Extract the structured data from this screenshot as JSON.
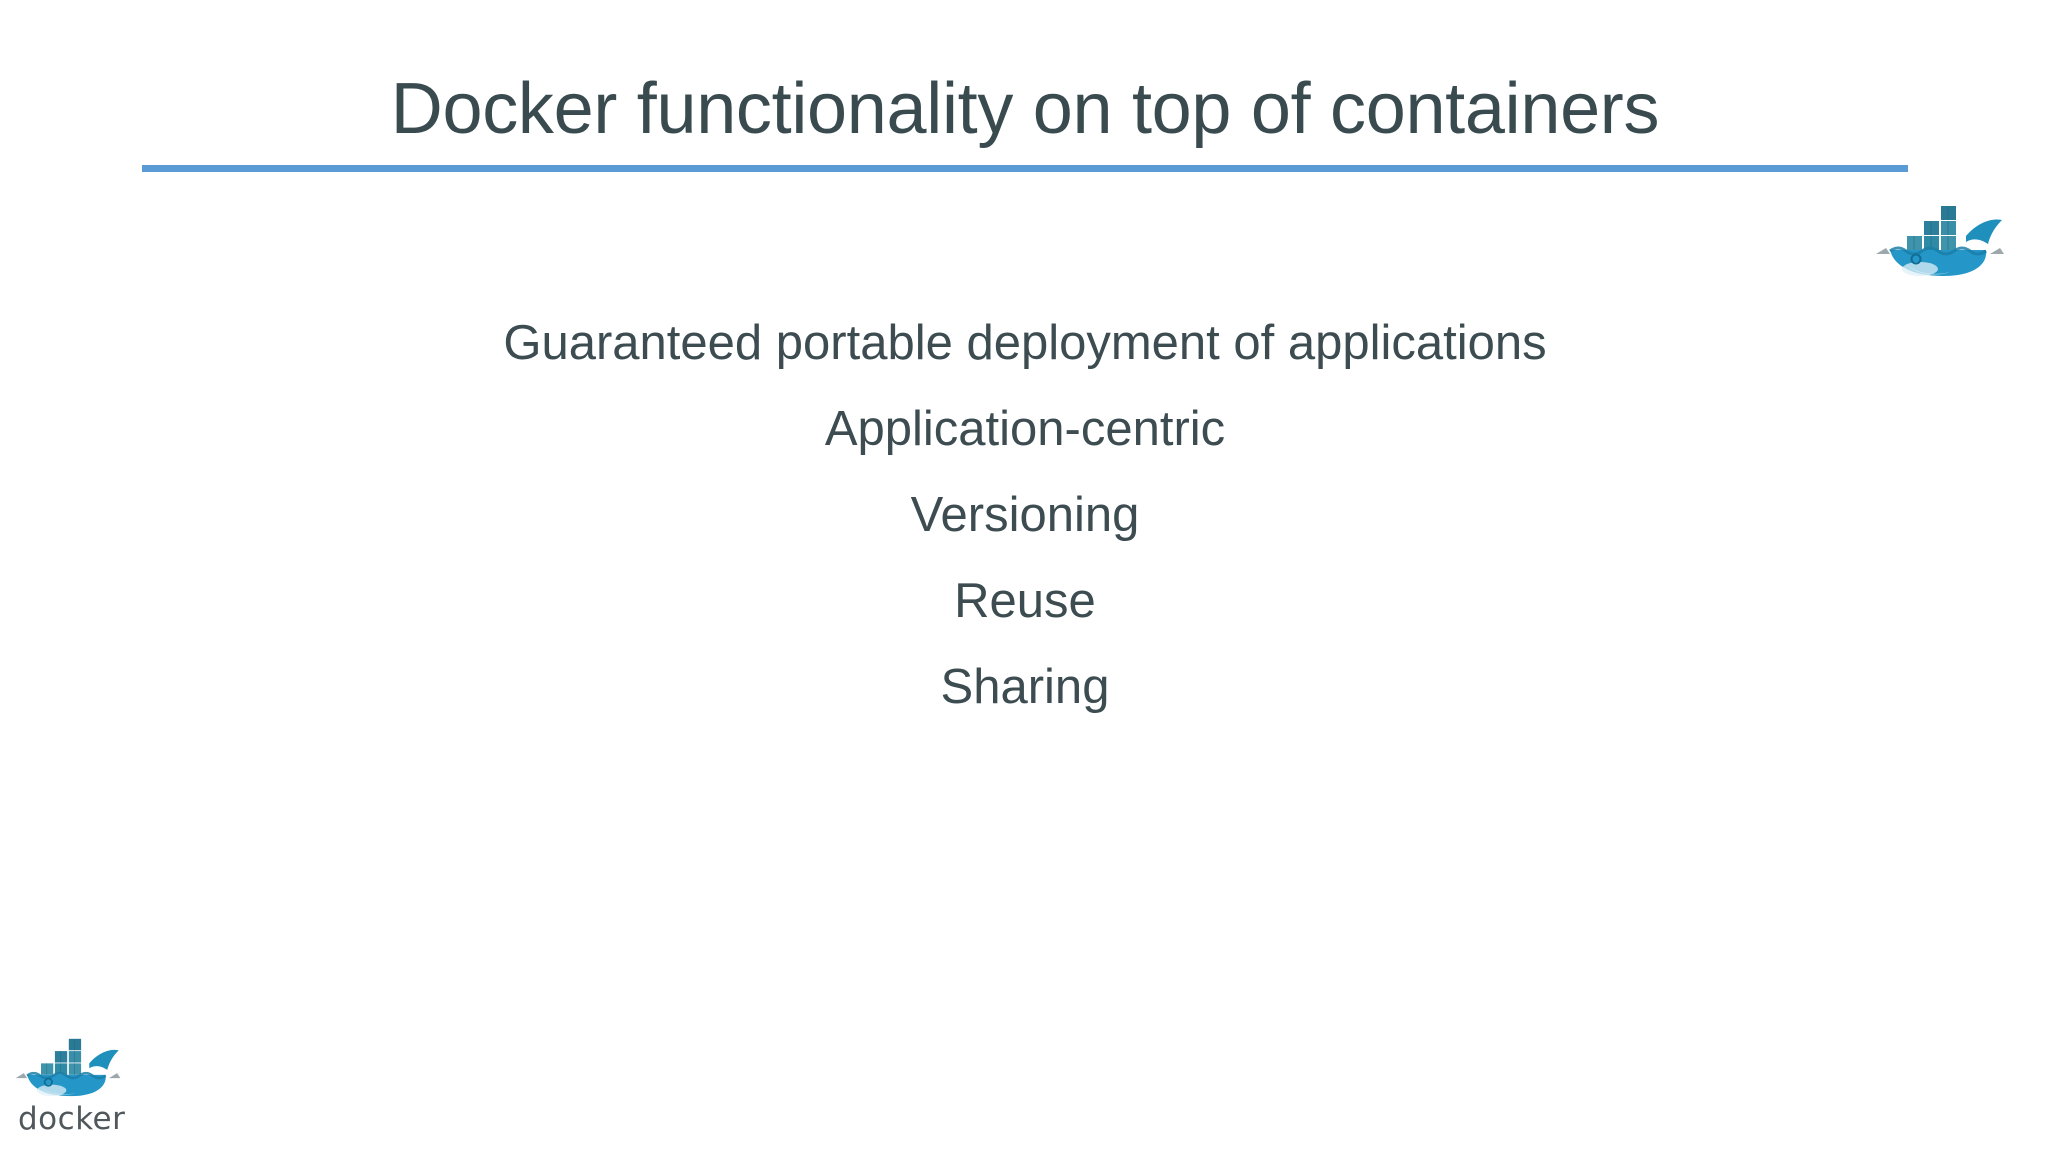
{
  "slide": {
    "background_color": "#ffffff",
    "title": "Docker functionality on top of containers",
    "title_color": "#3a4b50",
    "rule_color": "#5b9bd5",
    "body_color": "#3c4c51",
    "body_lines": [
      "Guaranteed portable deployment of applications",
      "Application-centric",
      "Versioning",
      "Reuse",
      "Sharing"
    ]
  },
  "logos": {
    "corner": {
      "icon": "docker-whale-icon",
      "hull_color": "#2496c8",
      "container_color": "#2c8ba8",
      "wave_color": "#1f7fa8"
    },
    "footer": {
      "icon": "docker-whale-icon",
      "wordmark": "docker",
      "wordmark_color": "#50585c"
    }
  }
}
